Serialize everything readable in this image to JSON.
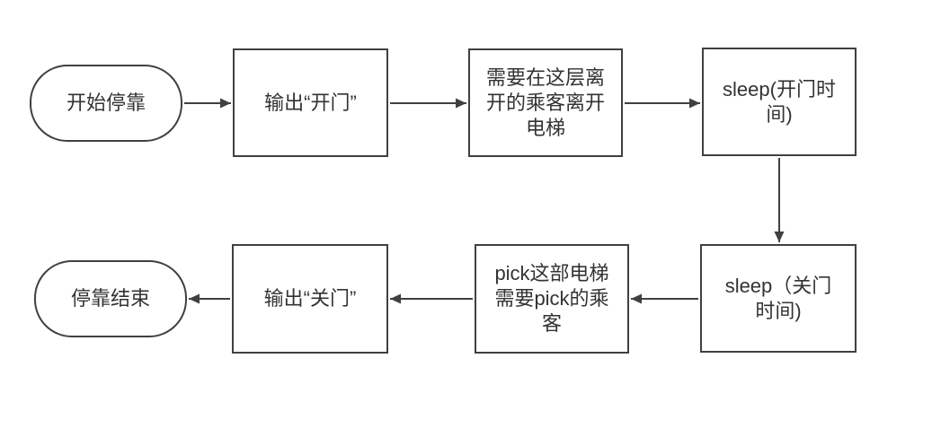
{
  "diagram": {
    "nodes": [
      {
        "id": "start",
        "type": "terminator",
        "label": "开始停靠"
      },
      {
        "id": "output-open-door",
        "type": "process",
        "label": "输出“开门”"
      },
      {
        "id": "passengers-leave",
        "type": "process",
        "label": "需要在这层离\n开的乘客离开\n电梯"
      },
      {
        "id": "sleep-open-time",
        "type": "process",
        "label": "sleep(开门时\n间)"
      },
      {
        "id": "sleep-close-time",
        "type": "process",
        "label": "sleep（关门\n时间)"
      },
      {
        "id": "pick-passengers",
        "type": "process",
        "label": "pick这部电梯\n需要pick的乘\n客"
      },
      {
        "id": "output-close-door",
        "type": "process",
        "label": "输出“关门”"
      },
      {
        "id": "end",
        "type": "terminator",
        "label": "停靠结束"
      }
    ],
    "edges": [
      {
        "from": "start",
        "to": "output-open-door",
        "direction": "right"
      },
      {
        "from": "output-open-door",
        "to": "passengers-leave",
        "direction": "right"
      },
      {
        "from": "passengers-leave",
        "to": "sleep-open-time",
        "direction": "right"
      },
      {
        "from": "sleep-open-time",
        "to": "sleep-close-time",
        "direction": "down"
      },
      {
        "from": "sleep-close-time",
        "to": "pick-passengers",
        "direction": "left"
      },
      {
        "from": "pick-passengers",
        "to": "output-close-door",
        "direction": "left"
      },
      {
        "from": "output-close-door",
        "to": "end",
        "direction": "left"
      }
    ]
  },
  "colors": {
    "stroke": "#404040",
    "text": "#333333",
    "background": "#ffffff"
  }
}
